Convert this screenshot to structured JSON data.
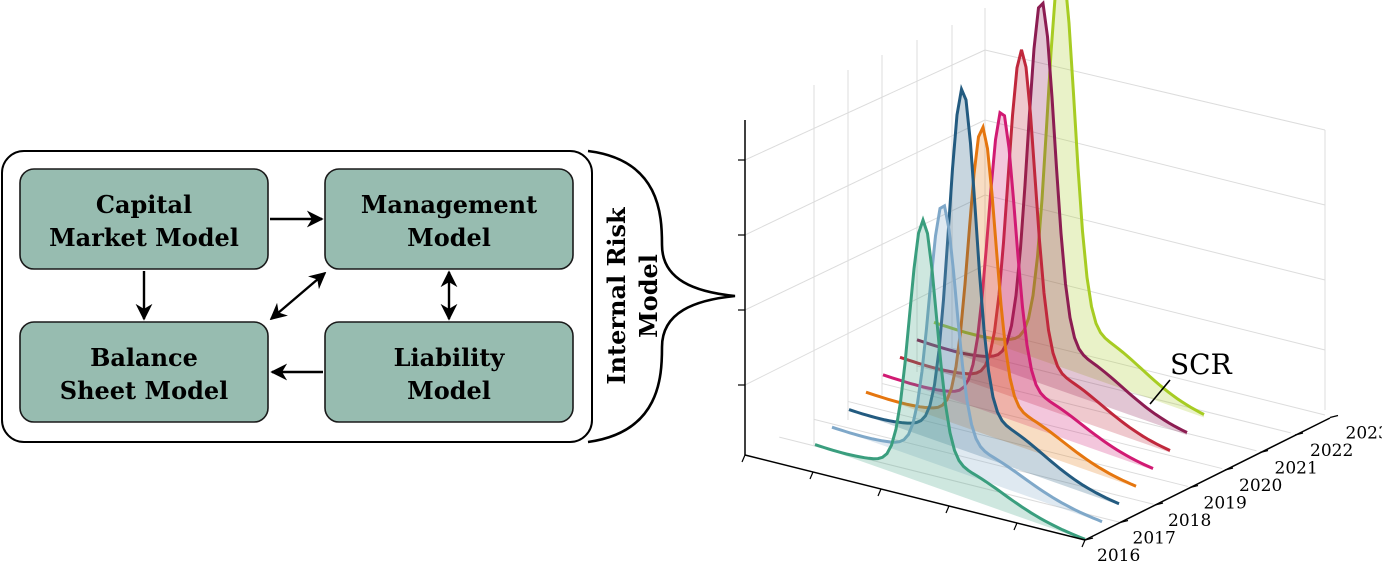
{
  "diagram": {
    "container_label": [
      "Internal Risk",
      "Model"
    ],
    "boxes": {
      "capital_market": [
        "Capital",
        "Market Model"
      ],
      "management": [
        "Management",
        "Model"
      ],
      "balance_sheet": [
        "Balance",
        "Sheet Model"
      ],
      "liability": [
        "Liability",
        "Model"
      ]
    },
    "colors": {
      "box_fill": "#97bcb0",
      "box_stroke": "#1a1a1a"
    }
  },
  "chart_data": {
    "type": "area",
    "title": "",
    "annotation": "SCR",
    "y_axis_label": "",
    "y_axis_values": [
      "2016",
      "2017",
      "2018",
      "2019",
      "2020",
      "2021",
      "2022",
      "2023"
    ],
    "series": [
      {
        "name": "2016",
        "color": "#3a9e7e"
      },
      {
        "name": "2017",
        "color": "#7fa8c9"
      },
      {
        "name": "2018",
        "color": "#235b80"
      },
      {
        "name": "2019",
        "color": "#e5760f"
      },
      {
        "name": "2020",
        "color": "#d11a73"
      },
      {
        "name": "2021",
        "color": "#c0283c"
      },
      {
        "name": "2022",
        "color": "#8c1d52"
      },
      {
        "name": "2023",
        "color": "#a7cc23"
      }
    ],
    "grid": true
  }
}
